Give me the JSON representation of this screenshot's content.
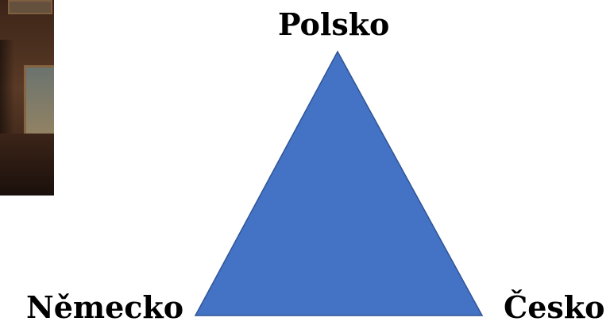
{
  "diagram": {
    "labels": {
      "top": "Polsko",
      "left": "Německo",
      "right": "Česko"
    },
    "triangle": {
      "fill": "#4472C4",
      "stroke": "#2F5597"
    }
  },
  "photo": {
    "kind": "photo-crop"
  }
}
